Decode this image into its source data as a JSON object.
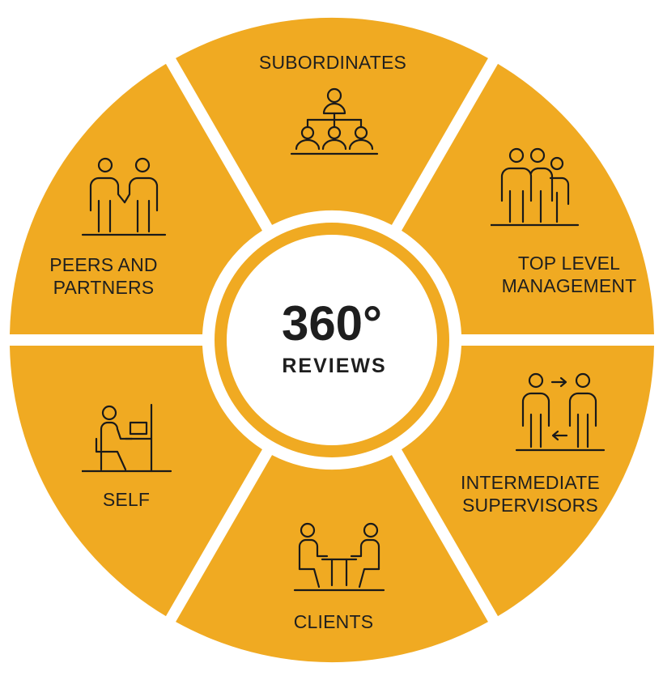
{
  "diagram": {
    "center": {
      "title": "360°",
      "subtitle": "REVIEWS"
    },
    "segments": [
      {
        "id": "subordinates",
        "lines": [
          "SUBORDINATES"
        ],
        "icon": "org-hierarchy-icon"
      },
      {
        "id": "top-level-management",
        "lines": [
          "TOP LEVEL",
          "MANAGEMENT"
        ],
        "icon": "group-of-people-icon"
      },
      {
        "id": "intermediate-supervisors",
        "lines": [
          "INTERMEDIATE",
          "SUPERVISORS"
        ],
        "icon": "two-people-exchange-icon"
      },
      {
        "id": "clients",
        "lines": [
          "CLIENTS"
        ],
        "icon": "meeting-at-table-icon"
      },
      {
        "id": "self",
        "lines": [
          "SELF"
        ],
        "icon": "person-at-desk-icon"
      },
      {
        "id": "peers-and-partners",
        "lines": [
          "PEERS AND",
          "PARTNERS"
        ],
        "icon": "two-people-handshake-icon"
      }
    ],
    "colors": {
      "segment_fill": "#F0AA22",
      "ring": "#F0AA22",
      "background": "#FFFFFF",
      "text": "#1E1E1E"
    }
  }
}
